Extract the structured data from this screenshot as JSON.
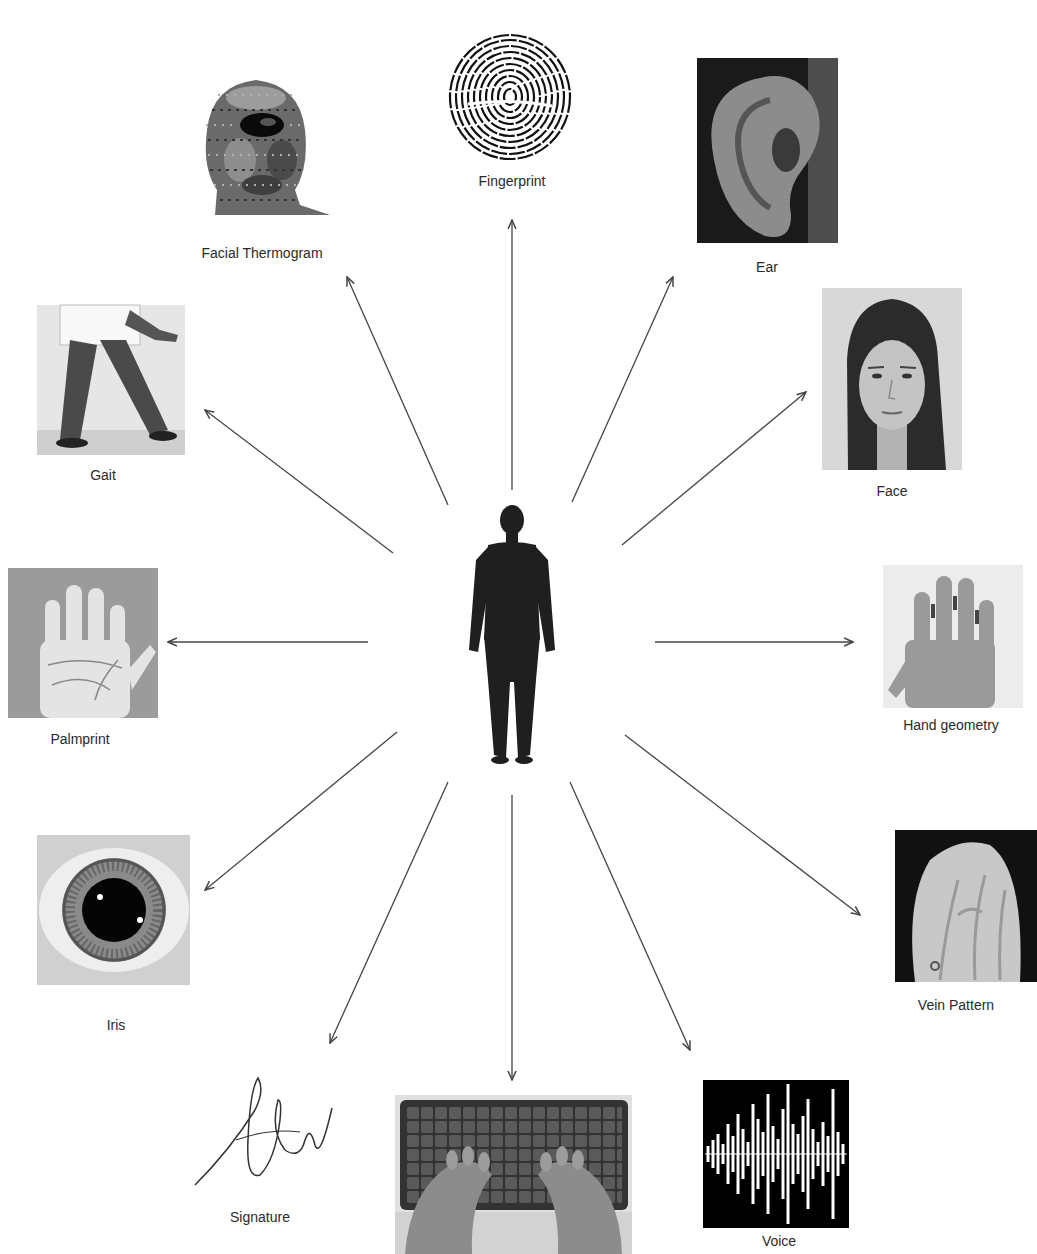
{
  "diagram": {
    "nodes": [
      {
        "text": [
          "Fingerprint"
        ]
      },
      {
        "text": [
          "Ear"
        ]
      },
      {
        "text": [
          "Face"
        ]
      },
      {
        "text": [
          "Hand geometry"
        ]
      },
      {
        "text": [
          "Vein Pattern"
        ]
      },
      {
        "text": [
          "Voice"
        ]
      },
      {
        "text": [
          "Signature"
        ]
      },
      {
        "text": [
          "Iris"
        ]
      },
      {
        "text": [
          "Palmprint"
        ]
      },
      {
        "text": [
          "Gait"
        ]
      },
      {
        "text": [
          "Facial Thermogram"
        ]
      }
    ]
  }
}
